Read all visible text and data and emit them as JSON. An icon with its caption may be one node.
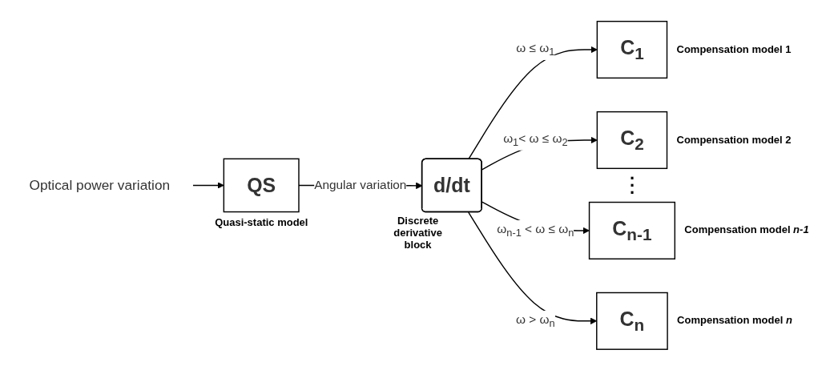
{
  "diagram": {
    "nodes": [
      {
        "text": [
          "Optical power variation"
        ]
      },
      {
        "text": [
          "QS"
        ],
        "beside": [
          "Quasi-static model"
        ]
      },
      {
        "text": [
          "d/dt"
        ],
        "beside": [
          "Discrete derivative block"
        ]
      },
      {
        "text": [
          "C$_{1}$"
        ],
        "beside": [
          "Compensation model 1"
        ]
      },
      {
        "text": [
          "C$_{2}$"
        ],
        "beside": [
          "Compensation model 2"
        ]
      },
      {
        "text": [
          "C$_{n-1}$"
        ],
        "beside": [
          "Compensation model *n-1*"
        ]
      },
      {
        "text": [
          "C$_{n}$"
        ],
        "beside": [
          "Compensation model *n*"
        ]
      }
    ],
    "edges": [
      {
        "from": 0,
        "to": 1,
        "arrow": "to"
      },
      {
        "from": 1,
        "to": 2,
        "arrow": "to",
        "label": "Angular variation"
      },
      {
        "from": 2,
        "to": 3,
        "arrow": "to",
        "label": "ω ≤ ω$_{1}$"
      },
      {
        "from": 2,
        "to": 4,
        "arrow": "to",
        "label": "ω$_{1}$< ω ≤ ω$_{2}$"
      },
      {
        "from": 2,
        "to": 5,
        "arrow": "to",
        "label": "ω$_{n-1}$ < ω ≤ ω$_{n}$"
      },
      {
        "from": 2,
        "to": 6,
        "arrow": "to",
        "label": "ω > ω$_{n}$"
      }
    ],
    "labels": [
      ".",
      ".",
      "."
    ]
  }
}
